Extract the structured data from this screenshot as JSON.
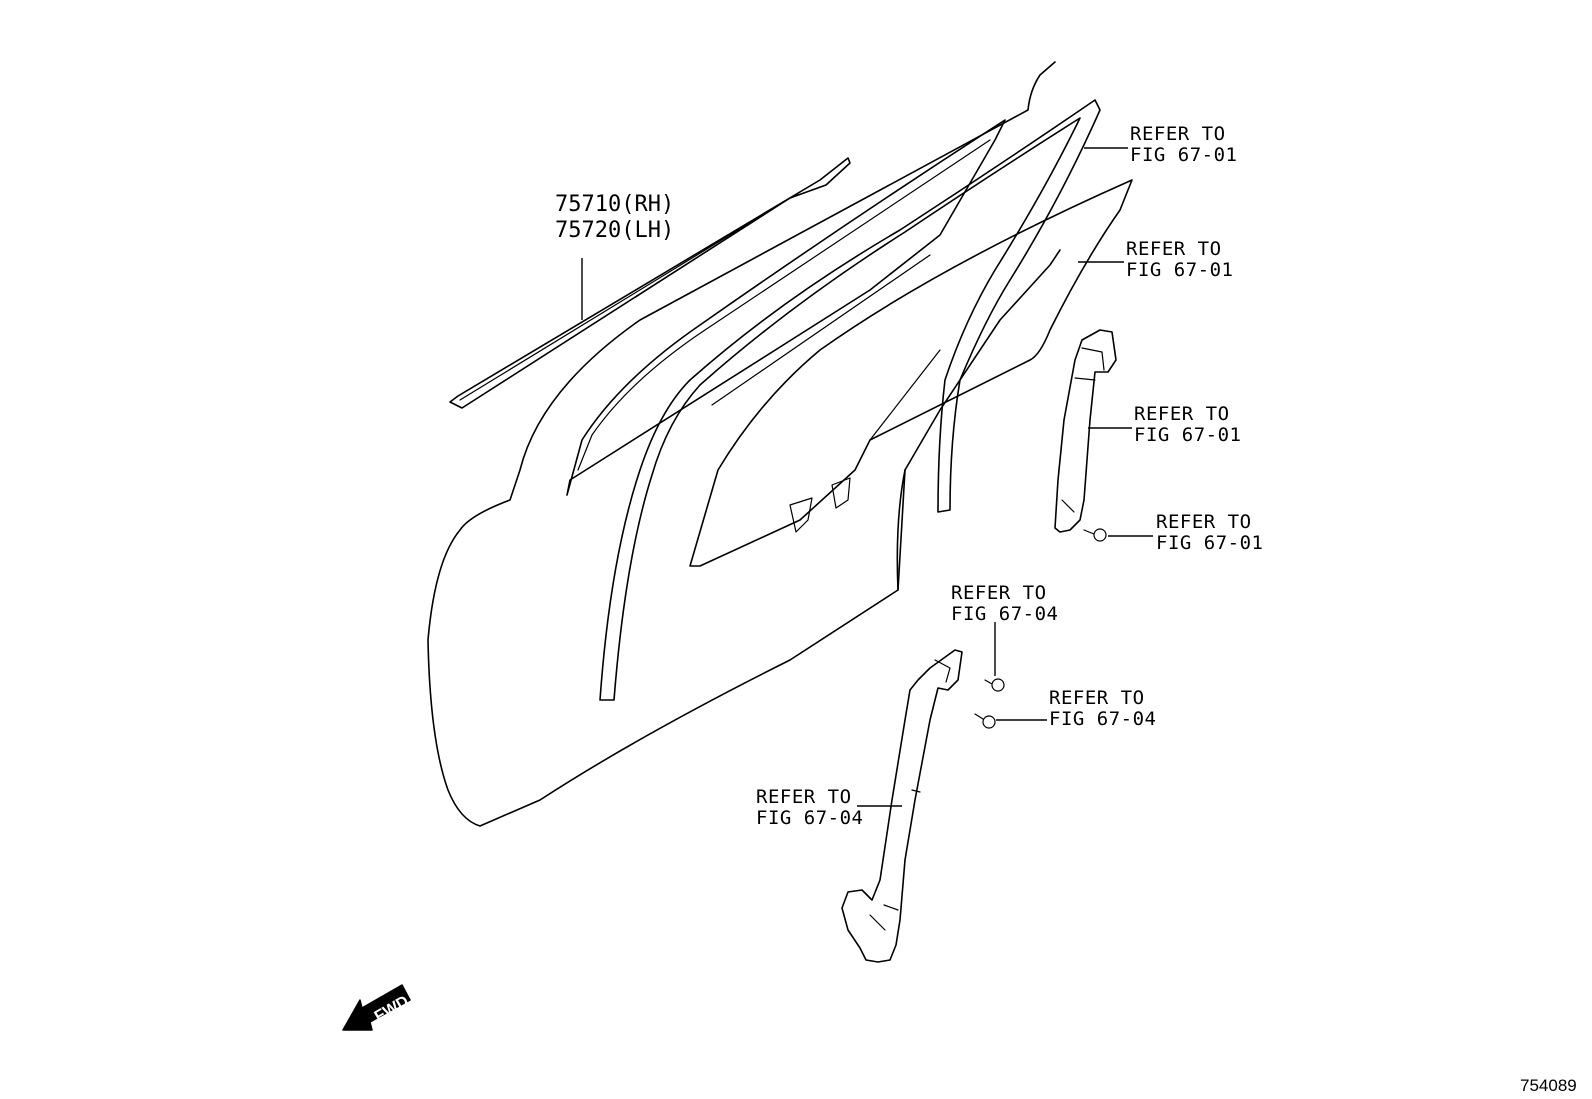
{
  "part_number": {
    "rh": "75710(RH)",
    "lh": "75720(LH)"
  },
  "refer_labels": [
    {
      "line1": "REFER TO",
      "line2": "FIG 67-01"
    },
    {
      "line1": "REFER TO",
      "line2": "FIG 67-01"
    },
    {
      "line1": "REFER TO",
      "line2": "FIG 67-01"
    },
    {
      "line1": "REFER TO",
      "line2": "FIG 67-01"
    },
    {
      "line1": "REFER TO",
      "line2": "FIG 67-04"
    },
    {
      "line1": "REFER TO",
      "line2": "FIG 67-04"
    },
    {
      "line1": "REFER TO",
      "line2": "FIG 67-04"
    }
  ],
  "fwd_label": "FWD",
  "figure_id": "754089"
}
